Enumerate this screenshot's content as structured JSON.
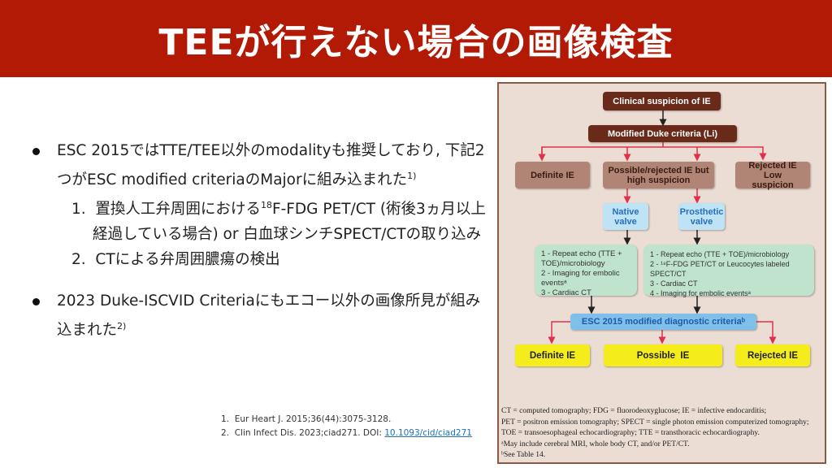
{
  "title": "TEEが行えない場合の画像検査",
  "bullets": [
    {
      "text": "ESC 2015ではTTE/TEE以外のmodalityも推奨しており, 下記2つがESC modified criteriaのMajorに組み込まれた",
      "ref": "1)",
      "items": [
        {
          "num": "1.",
          "pre": "置換人工弁周囲における",
          "sup": "18",
          "post": "F-FDG PET/CT (術後3ヵ月以上経過している場合) or 白血球シンチSPECT/CTの取り込み"
        },
        {
          "num": "2.",
          "pre": "CTによる弁周囲膿瘍の検出",
          "sup": "",
          "post": ""
        }
      ]
    },
    {
      "text": "2023 Duke-ISCVID Criteriaにもエコー以外の画像所見が組み込まれた",
      "ref": "2)"
    }
  ],
  "references": [
    {
      "num": "1.",
      "text": "Eur Heart J. 2015;36(44):3075-3128."
    },
    {
      "num": "2.",
      "text": "Clin Infect Dis. 2023;ciad271. DOI: ",
      "link": "10.1093/cid/ciad271"
    }
  ],
  "flowchart": {
    "clinical": "Clinical suspicion of IE",
    "duke": "Modified Duke criteria (Li)",
    "definite": "Definite IE",
    "possible": "Possible/rejected IE but high suspicion",
    "rejected_low": "Rejected IE Low suspicion",
    "native": "Native valve",
    "prosthetic": "Prosthetic valve",
    "native_steps": [
      "1 - Repeat echo (TTE + TOE)/microbiology",
      "2 - Imaging for embolic eventsᵃ",
      "3 - Cardiac CT"
    ],
    "prosthetic_steps": [
      "1 - Repeat echo (TTE + TOE)/microbiology",
      "2 - ¹⁸F-FDG PET/CT or Leucocytes labeled SPECT/CT",
      "3 - Cardiac CT",
      "4 - Imaging for embolic eventsᵃ"
    ],
    "esc": "ESC 2015 modified diagnostic criteriaᵇ",
    "final": [
      "Definite IE",
      "Possible  IE",
      "Rejected IE"
    ],
    "footnotes": [
      "CT = computed tomography; FDG = fluorodeoxyglucose; IE = infective endocarditis;",
      "PET = positron emission tomography; SPECT = single photon emission computerized tomography;",
      "TOE = transoesophageal echocardiography; TTE = transthoracic echocardiography.",
      "ᵃMay include cerebral MRI, whole body CT, and/or PET/CT.",
      "ᵇSee Table 14."
    ]
  },
  "colors": {
    "banner": "#b31a06",
    "red_arrow": "#e0304a"
  }
}
